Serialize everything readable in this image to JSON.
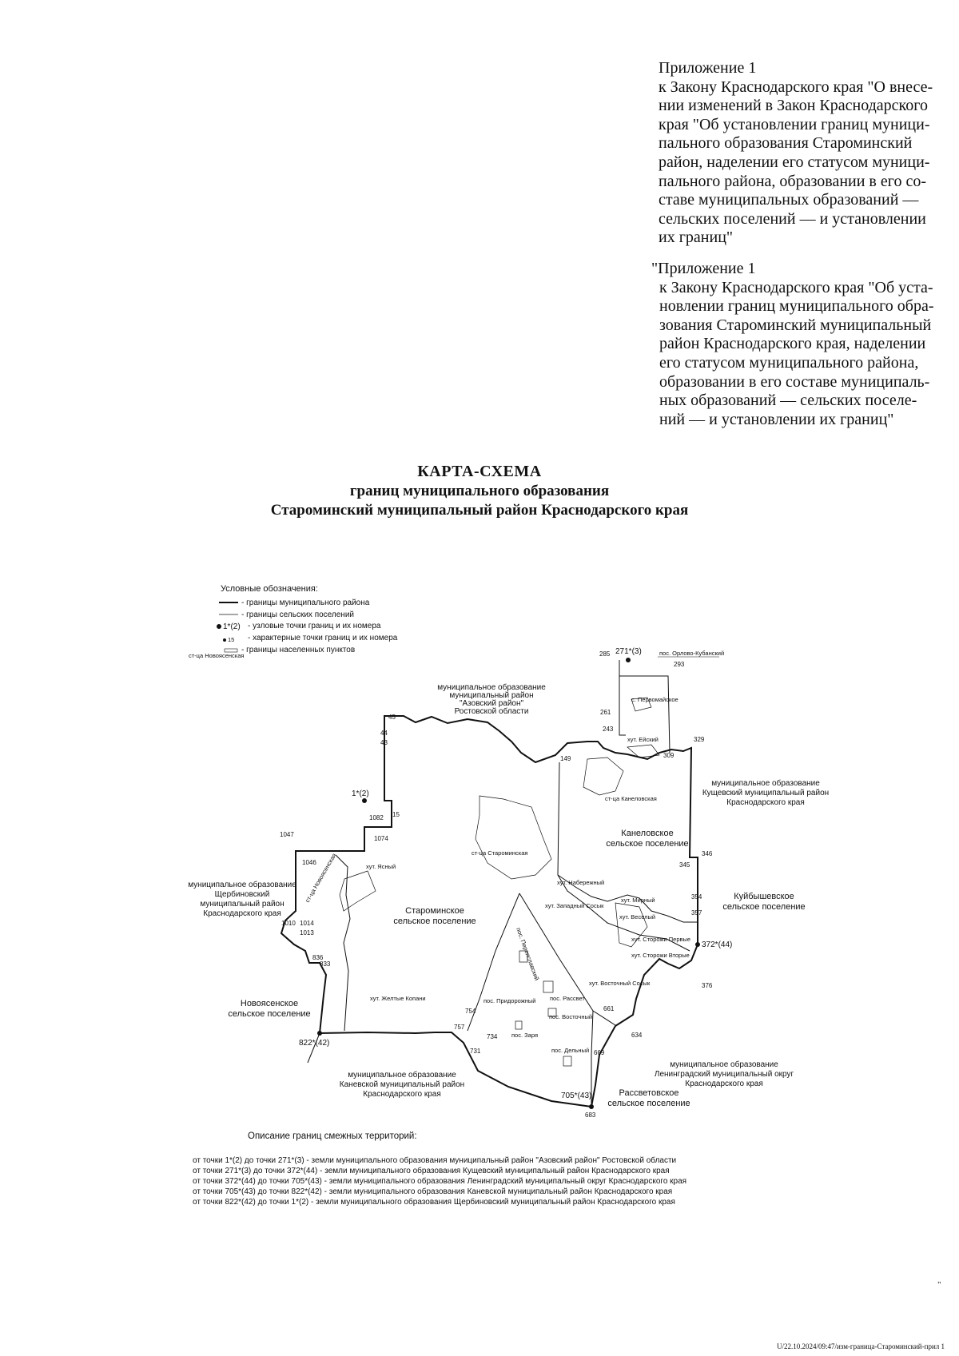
{
  "appendix_current": {
    "heading": "Приложение 1",
    "lines": [
      "к Закону Краснодарского края \"О внесе-",
      "нии изменений в Закон Краснодарского",
      "края \"Об установлении границ муници-",
      "пального образования Староминский",
      "район, наделении его статусом муници-",
      "пального района, образовании в его со-",
      "ставе муниципальных образований —",
      "сельских поселений — и установлении",
      "их границ\""
    ]
  },
  "appendix_original": {
    "heading": "\"Приложение 1",
    "lines": [
      "к Закону Краснодарского края \"Об уста-",
      "новлении границ муниципального обра-",
      "зования Староминский муниципальный",
      "район Краснодарского края, наделении",
      "его статусом муниципального района,",
      "образовании в его составе муниципаль-",
      "ных образований — сельских поселе-",
      "ний — и установлении их границ\""
    ]
  },
  "title": {
    "line1": "КАРТА-СХЕМА",
    "line2": "границ муниципального образования",
    "line3": "Староминский муниципальный район Краснодарского края"
  },
  "legend": {
    "heading": "Условные обозначения:",
    "items": [
      {
        "symbol": "",
        "text": "- границы муниципального района"
      },
      {
        "symbol": "",
        "text": "- границы сельских поселений"
      },
      {
        "symbol": "1*(2)",
        "text": "- узловые точки границ и их номера"
      },
      {
        "symbol": "15",
        "text": "- характерные точки границ и их номера"
      },
      {
        "symbol": "",
        "text": "- границы населенных пунктов"
      }
    ],
    "sample_settlement": "ст-ца Новоясенская"
  },
  "map": {
    "neighbors": {
      "azov": [
        "муниципальное образование",
        "муниципальный район",
        "\"Азовский район\"",
        "Ростовской области"
      ],
      "kushchevsky": [
        "муниципальное образование",
        "Кущевский муниципальный район",
        "Краснодарского края"
      ],
      "shcherbinovsky": [
        "муниципальное образование",
        "Щербиновский",
        "муниципальный район",
        "Краснодарского края"
      ],
      "kanevskoy": [
        "муниципальное образование",
        "Каневской муниципальный район",
        "Краснодарского края"
      ],
      "leningradsky": [
        "муниципальное образование",
        "Ленинградский муниципальный округ",
        "Краснодарского края"
      ]
    },
    "settlements_rural": {
      "kanelovskoe": [
        "Канеловское",
        "сельское поселение"
      ],
      "starominskoe": [
        "Староминское",
        "сельское поселение"
      ],
      "kuibyshevskoe": [
        "Куйбышевское",
        "сельское поселение"
      ],
      "novoyasenskoe": [
        "Новоясенское",
        "сельское поселение"
      ],
      "rassvetovskoe": [
        "Рассветовское",
        "сельское поселение"
      ]
    },
    "localities": {
      "orlovo_kubansky": "пос. Орлово-Кубанский",
      "pervomaiskoe": "с. Первомайское",
      "eisky": "хут. Ейский",
      "kanelovskaya": "ст-ца Канеловская",
      "starominskaya": "ст-ца Староминская",
      "novoyasenskaya": "ст-ца Новоясенская",
      "yasny": "хут. Ясный",
      "naberezhny": "хут. Набережный",
      "mirny": "хут. Мирный",
      "zapadny_sosyk": "хут. Западный Сосык",
      "vesely": "хут. Веселый",
      "storozh1": "хут. Сторожи Первые",
      "storozh2": "хут. Сторожи Вторые",
      "pereyaslavsky": "пос. Переяславский",
      "zheltye_kopani": "хут. Желтые Копани",
      "vostochny_sosyk": "хут. Восточный Сосык",
      "pridorozhny": "пос. Придорожный",
      "rassvet": "пос. Рассвет",
      "vostochny": "пос. Восточный",
      "zarya": "пос. Заря",
      "delny": "пос. Дельный"
    },
    "nodes": {
      "n1": "1*(2)",
      "n271": "271*(3)",
      "n372": "372*(44)",
      "n705": "705*(43)",
      "n822": "822*(42)"
    },
    "points": {
      "p15": "15",
      "p43": "43",
      "p44": "44",
      "p45": "45",
      "p149": "149",
      "p243": "243",
      "p261": "261",
      "p285": "285",
      "p293": "293",
      "p309": "309",
      "p329": "329",
      "p345": "345",
      "p346": "346",
      "p354": "354",
      "p357": "357",
      "p376": "376",
      "p634": "634",
      "p661": "661",
      "p669": "669",
      "p683": "683",
      "p731": "731",
      "p734": "734",
      "p754": "754",
      "p757": "757",
      "p833": "833",
      "p836": "836",
      "p1010": "1010",
      "p1013": "1013",
      "p1014": "1014",
      "p1046": "1046",
      "p1047": "1047",
      "p1074": "1074",
      "p1082": "1082"
    }
  },
  "adjacent": {
    "heading": "Описание границ смежных территорий:",
    "lines": [
      "от точки 1*(2) до точки 271*(3) - земли муниципального образования муниципальный район \"Азовский район\" Ростовской области",
      "от точки 271*(3) до точки 372*(44) - земли муниципального образования Кущевский муниципальный район Краснодарского края",
      "от точки 372*(44) до точки 705*(43) - земли муниципального образования Ленинградский муниципальный округ Краснодарского края",
      "от точки 705*(43) до точки 822*(42) - земли муниципального образования Каневской муниципальный район Краснодарского края",
      "от точки 822*(42) до точки 1*(2) - земли муниципального образования Щербиновский муниципальный район Краснодарского края"
    ]
  },
  "closing_mark": "\"",
  "footer": "U/22.10.2024/09:47/изм-граница-Староминский-прил 1"
}
